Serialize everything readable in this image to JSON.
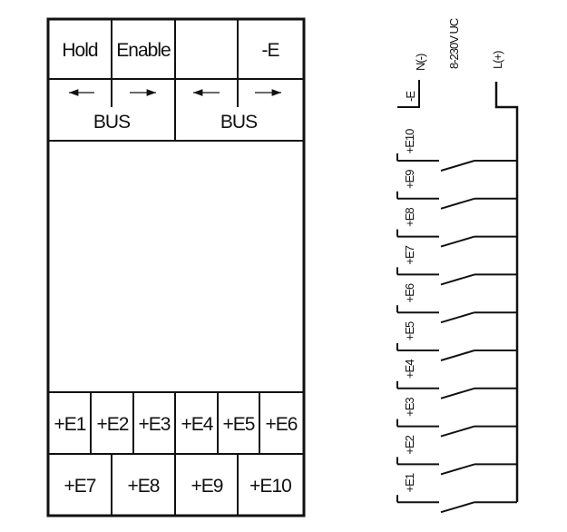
{
  "module": {
    "top_row": [
      "Hold",
      "Enable",
      "",
      "-E"
    ],
    "bus_labels": [
      "BUS",
      "BUS"
    ],
    "inputs_row1": [
      "+E1",
      "+E2",
      "+E3",
      "+E4",
      "+E5",
      "+E6"
    ],
    "inputs_row2": [
      "+E7",
      "+E8",
      "+E9",
      "+E10"
    ]
  },
  "wiring": {
    "neutral_label": "N(-)",
    "voltage_label": "8-230V UC",
    "line_label": "L(+)",
    "common_label": "-E",
    "terminals": [
      "+E10",
      "+E9",
      "+E8",
      "+E7",
      "+E6",
      "+E5",
      "+E4",
      "+E3",
      "+E2",
      "+E1"
    ]
  }
}
